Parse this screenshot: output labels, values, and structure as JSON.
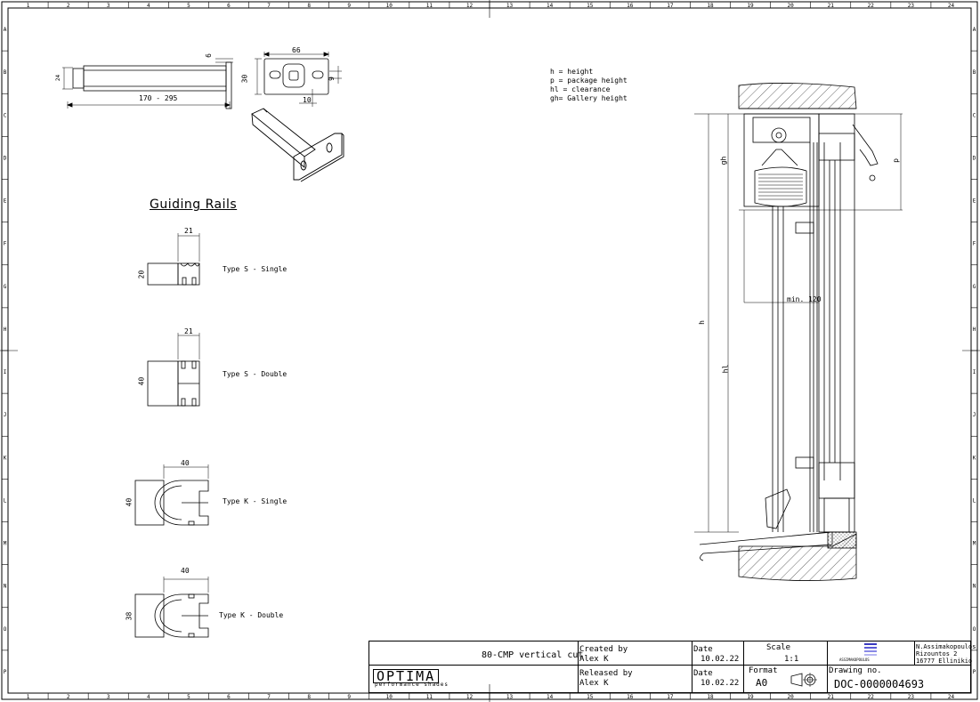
{
  "drawing": {
    "grid_columns": [
      "1",
      "2",
      "3",
      "4",
      "5",
      "6",
      "7",
      "8",
      "9",
      "10",
      "11",
      "12",
      "13",
      "14",
      "15",
      "16",
      "17",
      "18",
      "19",
      "20",
      "21",
      "22",
      "23",
      "24"
    ],
    "grid_rows": [
      "A",
      "B",
      "C",
      "D",
      "E",
      "F",
      "G",
      "H",
      "I",
      "J",
      "K",
      "L",
      "M",
      "N",
      "O",
      "P"
    ],
    "legend": [
      "h = height",
      "p = package height",
      "hl = clearance",
      "gh= Gallery height"
    ],
    "section_heading": "Guiding Rails",
    "bracket_dims": {
      "length_range": "170 - 295",
      "plate_width": "66",
      "plate_height": "30",
      "slot": "10",
      "small_6": "6",
      "small_9": "9",
      "small_24": "24"
    },
    "rails": [
      {
        "label": "Type S - Single",
        "dim_w": "21",
        "dim_h": "20"
      },
      {
        "label": "Type S - Double",
        "dim_w": "21",
        "dim_h": "40"
      },
      {
        "label": "Type K - Single",
        "dim_w": "40",
        "dim_h": "40"
      },
      {
        "label": "Type K - Double",
        "dim_w": "40",
        "dim_h": "38"
      }
    ],
    "section_dims": {
      "gh": "gh",
      "p": "p",
      "h": "h",
      "hl": "hl",
      "min": "min. 120"
    }
  },
  "title_block": {
    "title": "80-CMP vertical cut",
    "created_by_label": "Created by",
    "created_by": "Alex K",
    "released_by_label": "Released by",
    "released_by": "Alex K",
    "date_label_1": "Date",
    "date_1": "10.02.22",
    "date_label_2": "Date",
    "date_2": "10.02.22",
    "scale_label": "Scale",
    "scale": "1:1",
    "format_label": "Format",
    "format": "A0",
    "drawing_no_label": "Drawing no.",
    "drawing_no": "DOC-0000004693",
    "company_name": "N.Assimakopoulos",
    "company_addr1": "Rizountos 2",
    "company_addr2": "16777 Ellinikio",
    "logo_caption": "ASSIMAKOPOULOS",
    "brand": "OPTIMA",
    "brand_sub": "performance shades"
  }
}
